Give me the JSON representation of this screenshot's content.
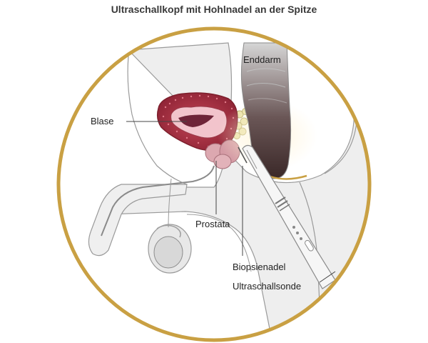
{
  "title": "Ultraschallkopf mit Hohlnadel an der Spitze",
  "labels": {
    "rectum": "Enddarm",
    "bladder": "Blase",
    "prostate": "Prostata",
    "biopsy_needle": "Biopsienadel",
    "ultrasound_probe": "Ultraschallsonde"
  },
  "colors": {
    "ring": "#c9a043",
    "body_fill": "#efefef",
    "outline": "#9a9a9a",
    "bladder_wall": "#b0323c",
    "bladder_inner": "#6e2438",
    "prostate": "#d8a6ae",
    "rectum_dark": "#3c2b2b",
    "probe": "#f4f4f4"
  }
}
